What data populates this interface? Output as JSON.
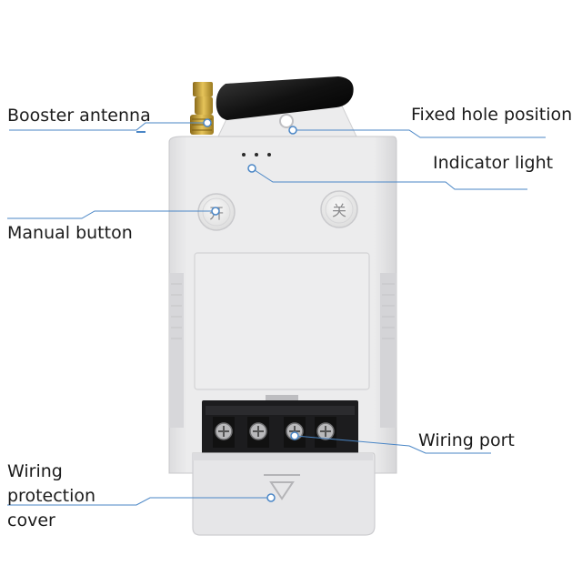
{
  "callouts": {
    "antenna": "Booster antenna",
    "fixed_hole": "Fixed hole position",
    "indicator": "Indicator light",
    "manual_button": "Manual button",
    "wiring_port": "Wiring port",
    "wiring_cover": "Wiring protection cover"
  },
  "device": {
    "button_on": "开",
    "button_off": "关"
  },
  "colors": {
    "body": "#e9e9ea",
    "body_shadow": "#d9d9db",
    "terminal_block": "#1c1c1e",
    "antenna": "#141414",
    "antenna_connector": "#c9a235",
    "callout_line": "#4a86c6"
  }
}
